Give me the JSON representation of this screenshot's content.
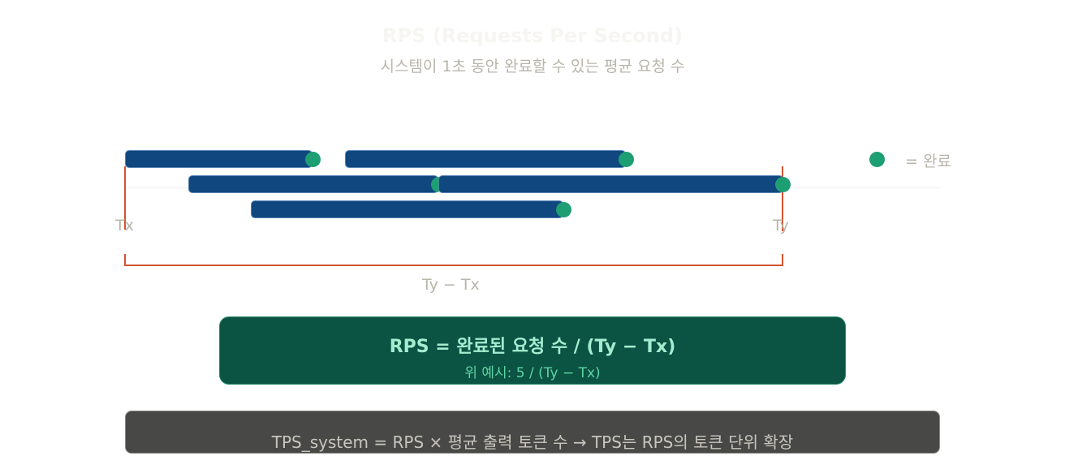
{
  "title": "RPS (Requests Per Second)",
  "subtitle": "시스템이 1초 동안 완료할 수 있는 평균 요청 수",
  "legend": {
    "label": "= 완료"
  },
  "markers": {
    "tx": "Tx",
    "ty": "Ty",
    "span": "Ty − Tx"
  },
  "formula": {
    "main": "RPS = 완료된 요청 수 / (Ty − Tx)",
    "example": "위 예시: 5 / (Ty − Tx)"
  },
  "note": "TPS_system = RPS × 평균 출력 토큰 수 → TPS는 RPS의 토큰 단위 확장",
  "colors": {
    "bar": "#0f477e",
    "done": "#1e9e73",
    "marker": "#d3542f",
    "formula_bg": "#0b5343",
    "note_bg": "#484846"
  }
}
